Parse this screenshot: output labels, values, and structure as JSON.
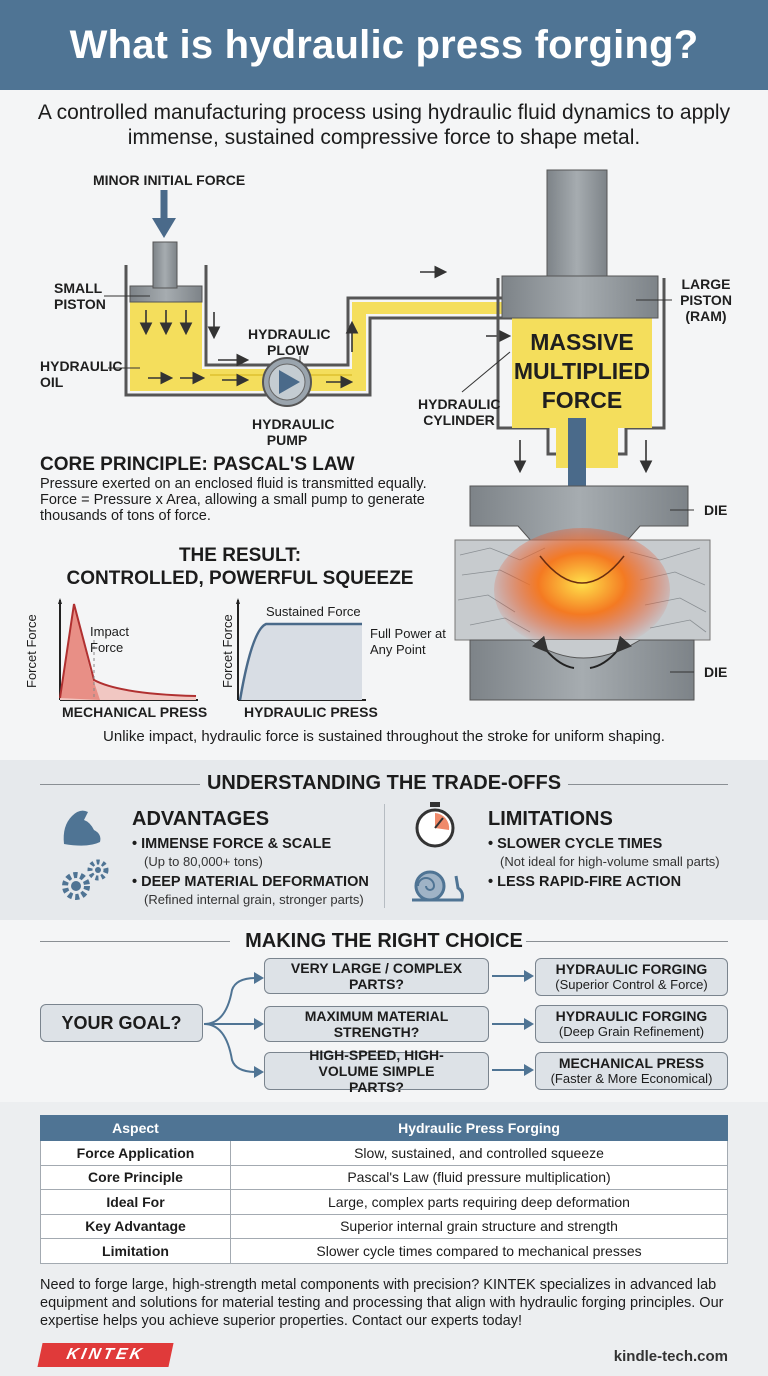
{
  "title": "What is hydraulic press forging?",
  "intro": "A controlled manufacturing process using hydraulic fluid dynamics to apply immense, sustained compressive force to shape metal.",
  "diagram": {
    "minor_force": "MINOR INITIAL FORCE",
    "small_piston": "SMALL PISTON",
    "hydraulic_oil": "HYDRAULIC OIL",
    "hydraulic_flow": "HYDRAULIC PLOW",
    "hydraulic_pump": "HYDRAULIC PUMP",
    "hydraulic_cylinder": "HYDRAULIC CYLINDER",
    "large_piston": "LARGE PISTON (RAM)",
    "massive_force": "MASSIVE MULTIPLIED FORCE",
    "die_top": "DIE",
    "die_bottom": "DIE"
  },
  "principle": {
    "title": "CORE PRINCIPLE: PASCAL'S LAW",
    "line1": "Pressure exerted on an enclosed fluid is transmitted equally.",
    "line2": "Force = Pressure x Area, allowing a small pump to generate thousands of tons of force."
  },
  "result": {
    "title_line1": "THE RESULT:",
    "title_line2": "CONTROLLED, POWERFUL SQUEEZE",
    "mech_ylabel": "Forcet Force",
    "mech_annot": "Impact Force",
    "mech_caption": "MECHANICAL PRESS",
    "hyd_ylabel": "Forcet Force",
    "hyd_annot_top": "Sustained Force",
    "hyd_annot_side": "Full Power at Any Point",
    "hyd_caption": "HYDRAULIC PRESS",
    "note": "Unlike impact, hydraulic force is sustained throughout the stroke for uniform shaping."
  },
  "tradeoffs": {
    "title": "UNDERSTANDING THE TRADE-OFFS",
    "advantages": {
      "title": "ADVANTAGES",
      "items": [
        {
          "label": "• IMMENSE FORCE & SCALE",
          "sub": "(Up to 80,000+ tons)"
        },
        {
          "label": "• DEEP MATERIAL DEFORMATION",
          "sub": "(Refined internal grain, stronger parts)"
        }
      ]
    },
    "limitations": {
      "title": "LIMITATIONS",
      "items": [
        {
          "label": "• SLOWER CYCLE TIMES",
          "sub": "(Not ideal for high-volume small parts)"
        },
        {
          "label": "• LESS RAPID-FIRE ACTION",
          "sub": ""
        }
      ]
    }
  },
  "choice": {
    "title": "MAKING THE RIGHT CHOICE",
    "goal": "YOUR GOAL?",
    "options": [
      {
        "q": "VERY LARGE / COMPLEX PARTS?",
        "a": "HYDRAULIC FORGING",
        "a_sub": "(Superior Control & Force)"
      },
      {
        "q": "MAXIMUM MATERIAL STRENGTH?",
        "a": "HYDRAULIC FORGING",
        "a_sub": "(Deep Grain Refinement)"
      },
      {
        "q": "HIGH-SPEED, HIGH-VOLUME SIMPLE PARTS?",
        "a": "MECHANICAL PRESS",
        "a_sub": "(Faster & More Economical)"
      }
    ]
  },
  "table": {
    "headers": [
      "Aspect",
      "Hydraulic Press Forging"
    ],
    "rows": [
      [
        "Force Application",
        "Slow, sustained, and controlled squeeze"
      ],
      [
        "Core Principle",
        "Pascal's Law (fluid pressure multiplication)"
      ],
      [
        "Ideal For",
        "Large, complex parts requiring deep deformation"
      ],
      [
        "Key Advantage",
        "Superior internal grain structure and strength"
      ],
      [
        "Limitation",
        "Slower cycle times compared to mechanical presses"
      ]
    ]
  },
  "cta": "Need to forge large, high-strength metal components with precision? KINTEK specializes in advanced lab equipment and solutions for material testing and processing that align with hydraulic forging principles. Our expertise helps you achieve superior properties. Contact our experts today!",
  "logo": "KINTEK",
  "site": "kindle-tech.com",
  "colors": {
    "header": "#4f7494",
    "oil": "#f4de5c",
    "steel": "#8f9599",
    "hot": "#ef4b23",
    "accent_red": "#e03a3a"
  }
}
